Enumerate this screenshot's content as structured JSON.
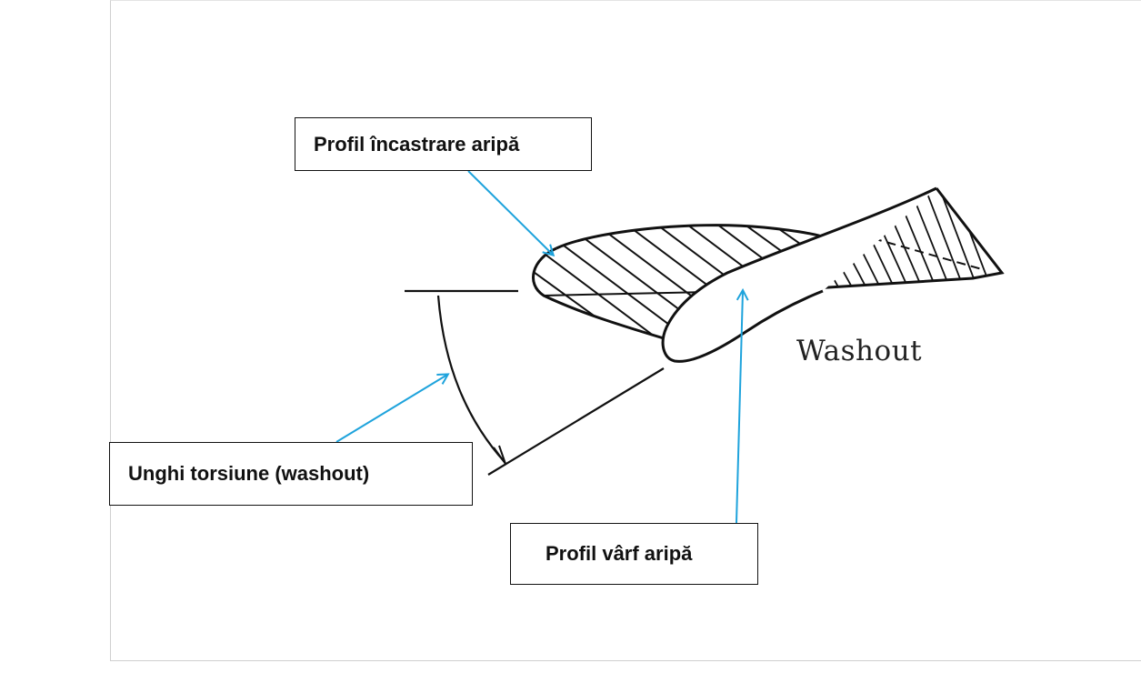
{
  "labels": {
    "root_profile": "Profil încastrare aripă",
    "twist_angle": "Unghi torsiune (washout)",
    "tip_profile": "Profil vârf aripă",
    "washout": "Washout"
  },
  "colors": {
    "arrow": "#1ea3dc",
    "drawing": "#111111",
    "box_border": "#111111"
  }
}
